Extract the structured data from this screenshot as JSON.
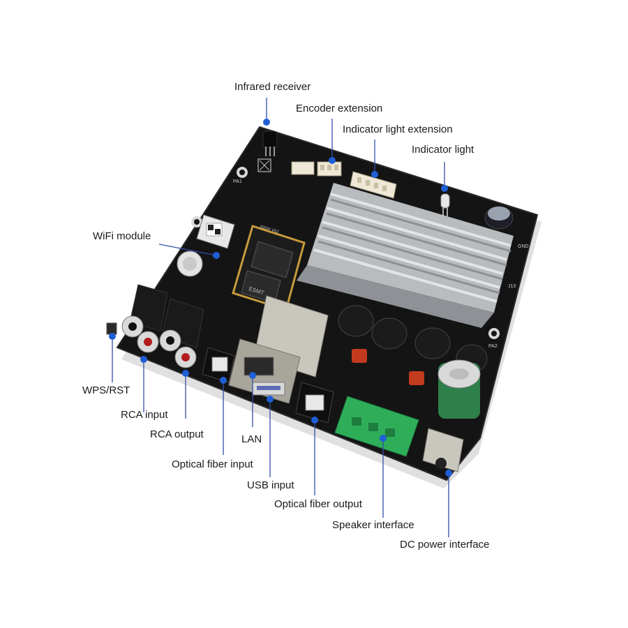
{
  "colors": {
    "board": "#141414",
    "heatsink": "#b9bcbf",
    "callout_line": "#2f4fa8",
    "callout_dot": "#1f5fd6",
    "terminal_green": "#2fae5a",
    "capacitor_red": "#c23b1e",
    "gold": "#c79a3c"
  },
  "labels": {
    "infrared_receiver": "Infrared receiver",
    "encoder_extension": "Encoder extension",
    "indicator_light_extension": "Indicator light extension",
    "indicator_light": "Indicator light",
    "wifi_module": "WiFi module",
    "wps_rst": "WPS/RST",
    "rca_input": "RCA input",
    "rca_output": "RCA output",
    "lan": "LAN",
    "optical_fiber_input": "Optical fiber input",
    "usb_input": "USB input",
    "optical_fiber_output": "Optical fiber output",
    "speaker_interface": "Speaker interface",
    "dc_power_interface": "DC power interface"
  },
  "board_markings": {
    "chip_brand": "ESMT",
    "silk_pa1": "PA1",
    "silk_pa2": "PA2",
    "silk_gnd": "GND",
    "silk_j13": "J13",
    "module_id": "A50M V02"
  }
}
